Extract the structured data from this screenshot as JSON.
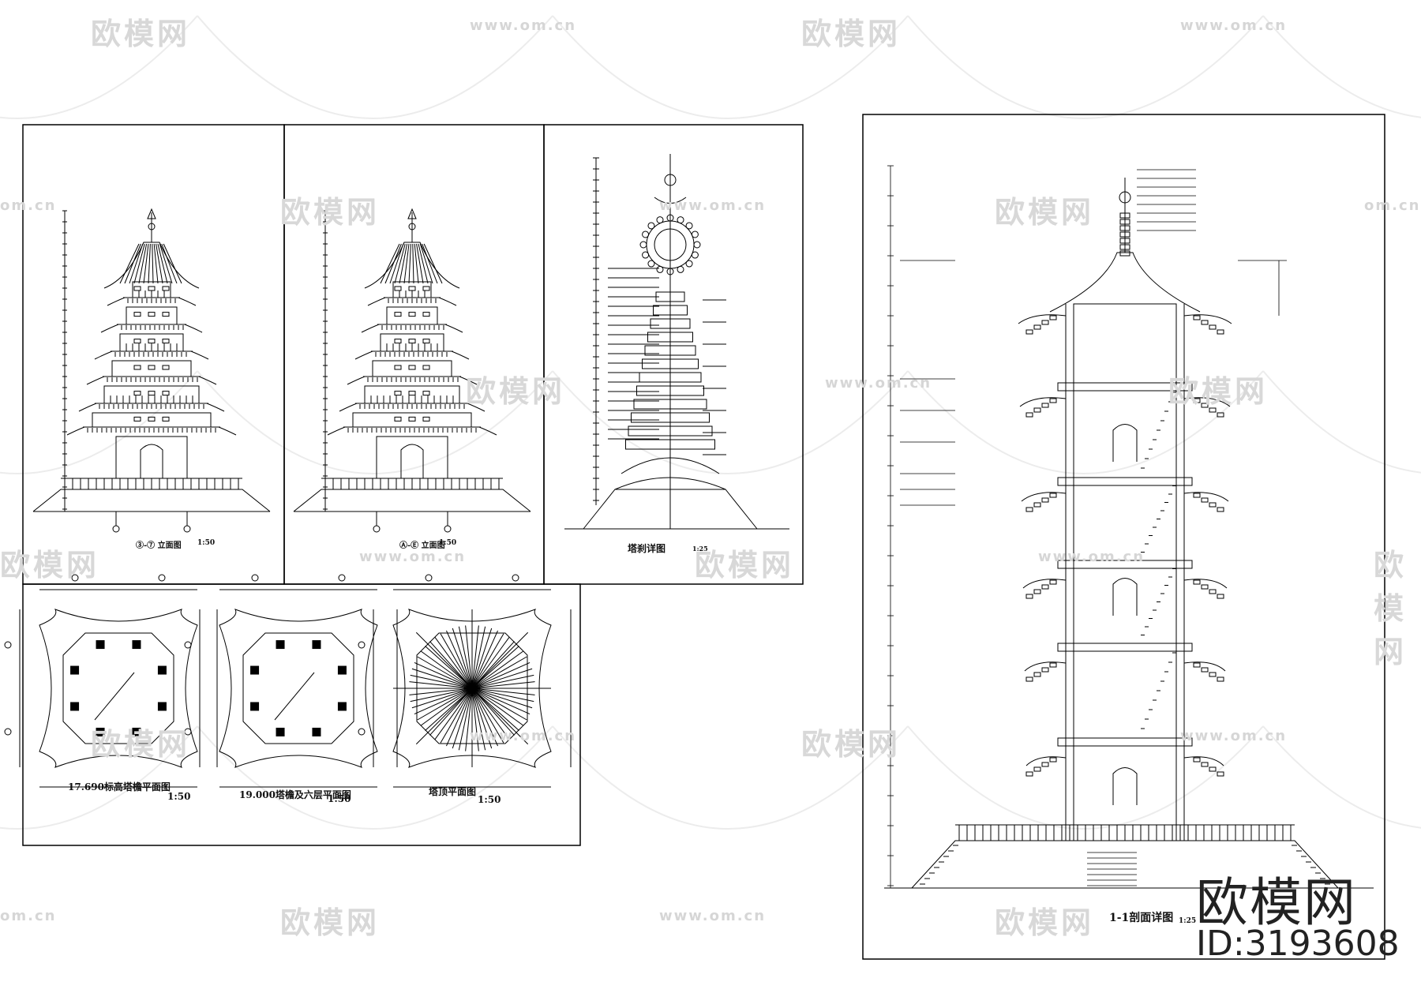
{
  "watermark": {
    "logo_text": "欧模网",
    "url_text": "www.om.cn",
    "url_fragment": "om.cn"
  },
  "brand": {
    "name": "欧模网",
    "id": "ID:3193608"
  },
  "drawings": {
    "elev1": {
      "title": "③-⑦ 立面图",
      "scale": "1:50"
    },
    "elev2": {
      "title": "Ⓐ-Ⓔ 立面图",
      "scale": "1:50"
    },
    "finial": {
      "title": "塔刹详图",
      "scale": "1:25"
    },
    "plan1": {
      "title": "17.690标高塔檐平面图",
      "scale": "1:50"
    },
    "plan2": {
      "title": "19.000塔檐及六层平面图",
      "scale": "1:50"
    },
    "plan3": {
      "title": "塔顶平面图",
      "scale": "1:50"
    },
    "section": {
      "title": "1-1剖面详图",
      "scale": "1:25"
    }
  }
}
